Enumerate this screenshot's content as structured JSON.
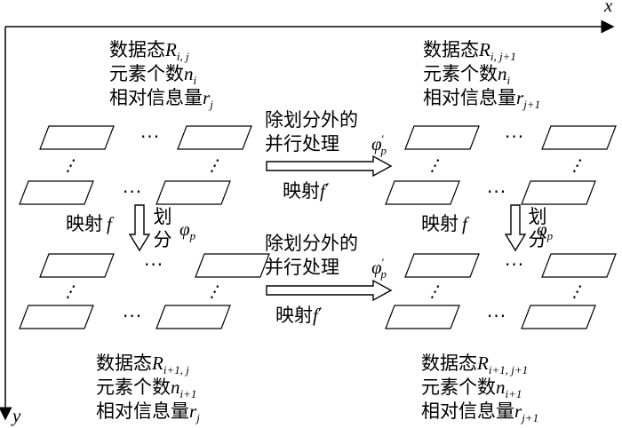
{
  "axes": {
    "x_label": "x",
    "y_label": "y"
  },
  "states": {
    "top_left": {
      "line1": "数据态",
      "r_symbol": "R",
      "r_sub": "i, j",
      "line2": "元素个数",
      "n_symbol": "n",
      "n_sub": "i",
      "line3": "相对信息量",
      "rr_symbol": "r",
      "rr_sub": "j"
    },
    "top_right": {
      "line1": "数据态",
      "r_symbol": "R",
      "r_sub": "i, j+1",
      "line2": "元素个数",
      "n_symbol": "n",
      "n_sub": "i",
      "line3": "相对信息量",
      "rr_symbol": "r",
      "rr_sub": "j+1"
    },
    "bottom_left": {
      "line1": "数据态",
      "r_symbol": "R",
      "r_sub": "i+1, j",
      "line2": "元素个数",
      "n_symbol": "n",
      "n_sub": "i+1",
      "line3": "相对信息量",
      "rr_symbol": "r",
      "rr_sub": "j"
    },
    "bottom_right": {
      "line1": "数据态",
      "r_symbol": "R",
      "r_sub": "i+1, j+1",
      "line2": "元素个数",
      "n_symbol": "n",
      "n_sub": "i+1",
      "line3": "相对信息量",
      "rr_symbol": "r",
      "rr_sub": "j+1"
    }
  },
  "horizontal_arrows": {
    "top": {
      "label_line1": "除划分外的",
      "label_line2": "并行处理",
      "phi_symbol": "φ",
      "phi_sup": "′",
      "phi_sub": "p",
      "map_text": "映射",
      "f_symbol": "f",
      "f_prime": "′"
    },
    "bottom": {
      "label_line1": "除划分外的",
      "label_line2": "并行处理",
      "phi_symbol": "φ",
      "phi_sup": "′",
      "phi_sub": "p",
      "map_text": "映射",
      "f_symbol": "f",
      "f_prime": "′"
    }
  },
  "vertical_arrows": {
    "left": {
      "map_text": "映射",
      "f_symbol": "f",
      "split_char1": "划",
      "split_char2": "分",
      "phi_symbol": "φ",
      "phi_sub": "p"
    },
    "right": {
      "map_text": "映射",
      "f_symbol": "f",
      "split_char1": "划",
      "split_char2": "分",
      "phi_symbol": "φ",
      "phi_sub": "p"
    }
  },
  "ellipsis": "···",
  "vellipsis": "⋮"
}
